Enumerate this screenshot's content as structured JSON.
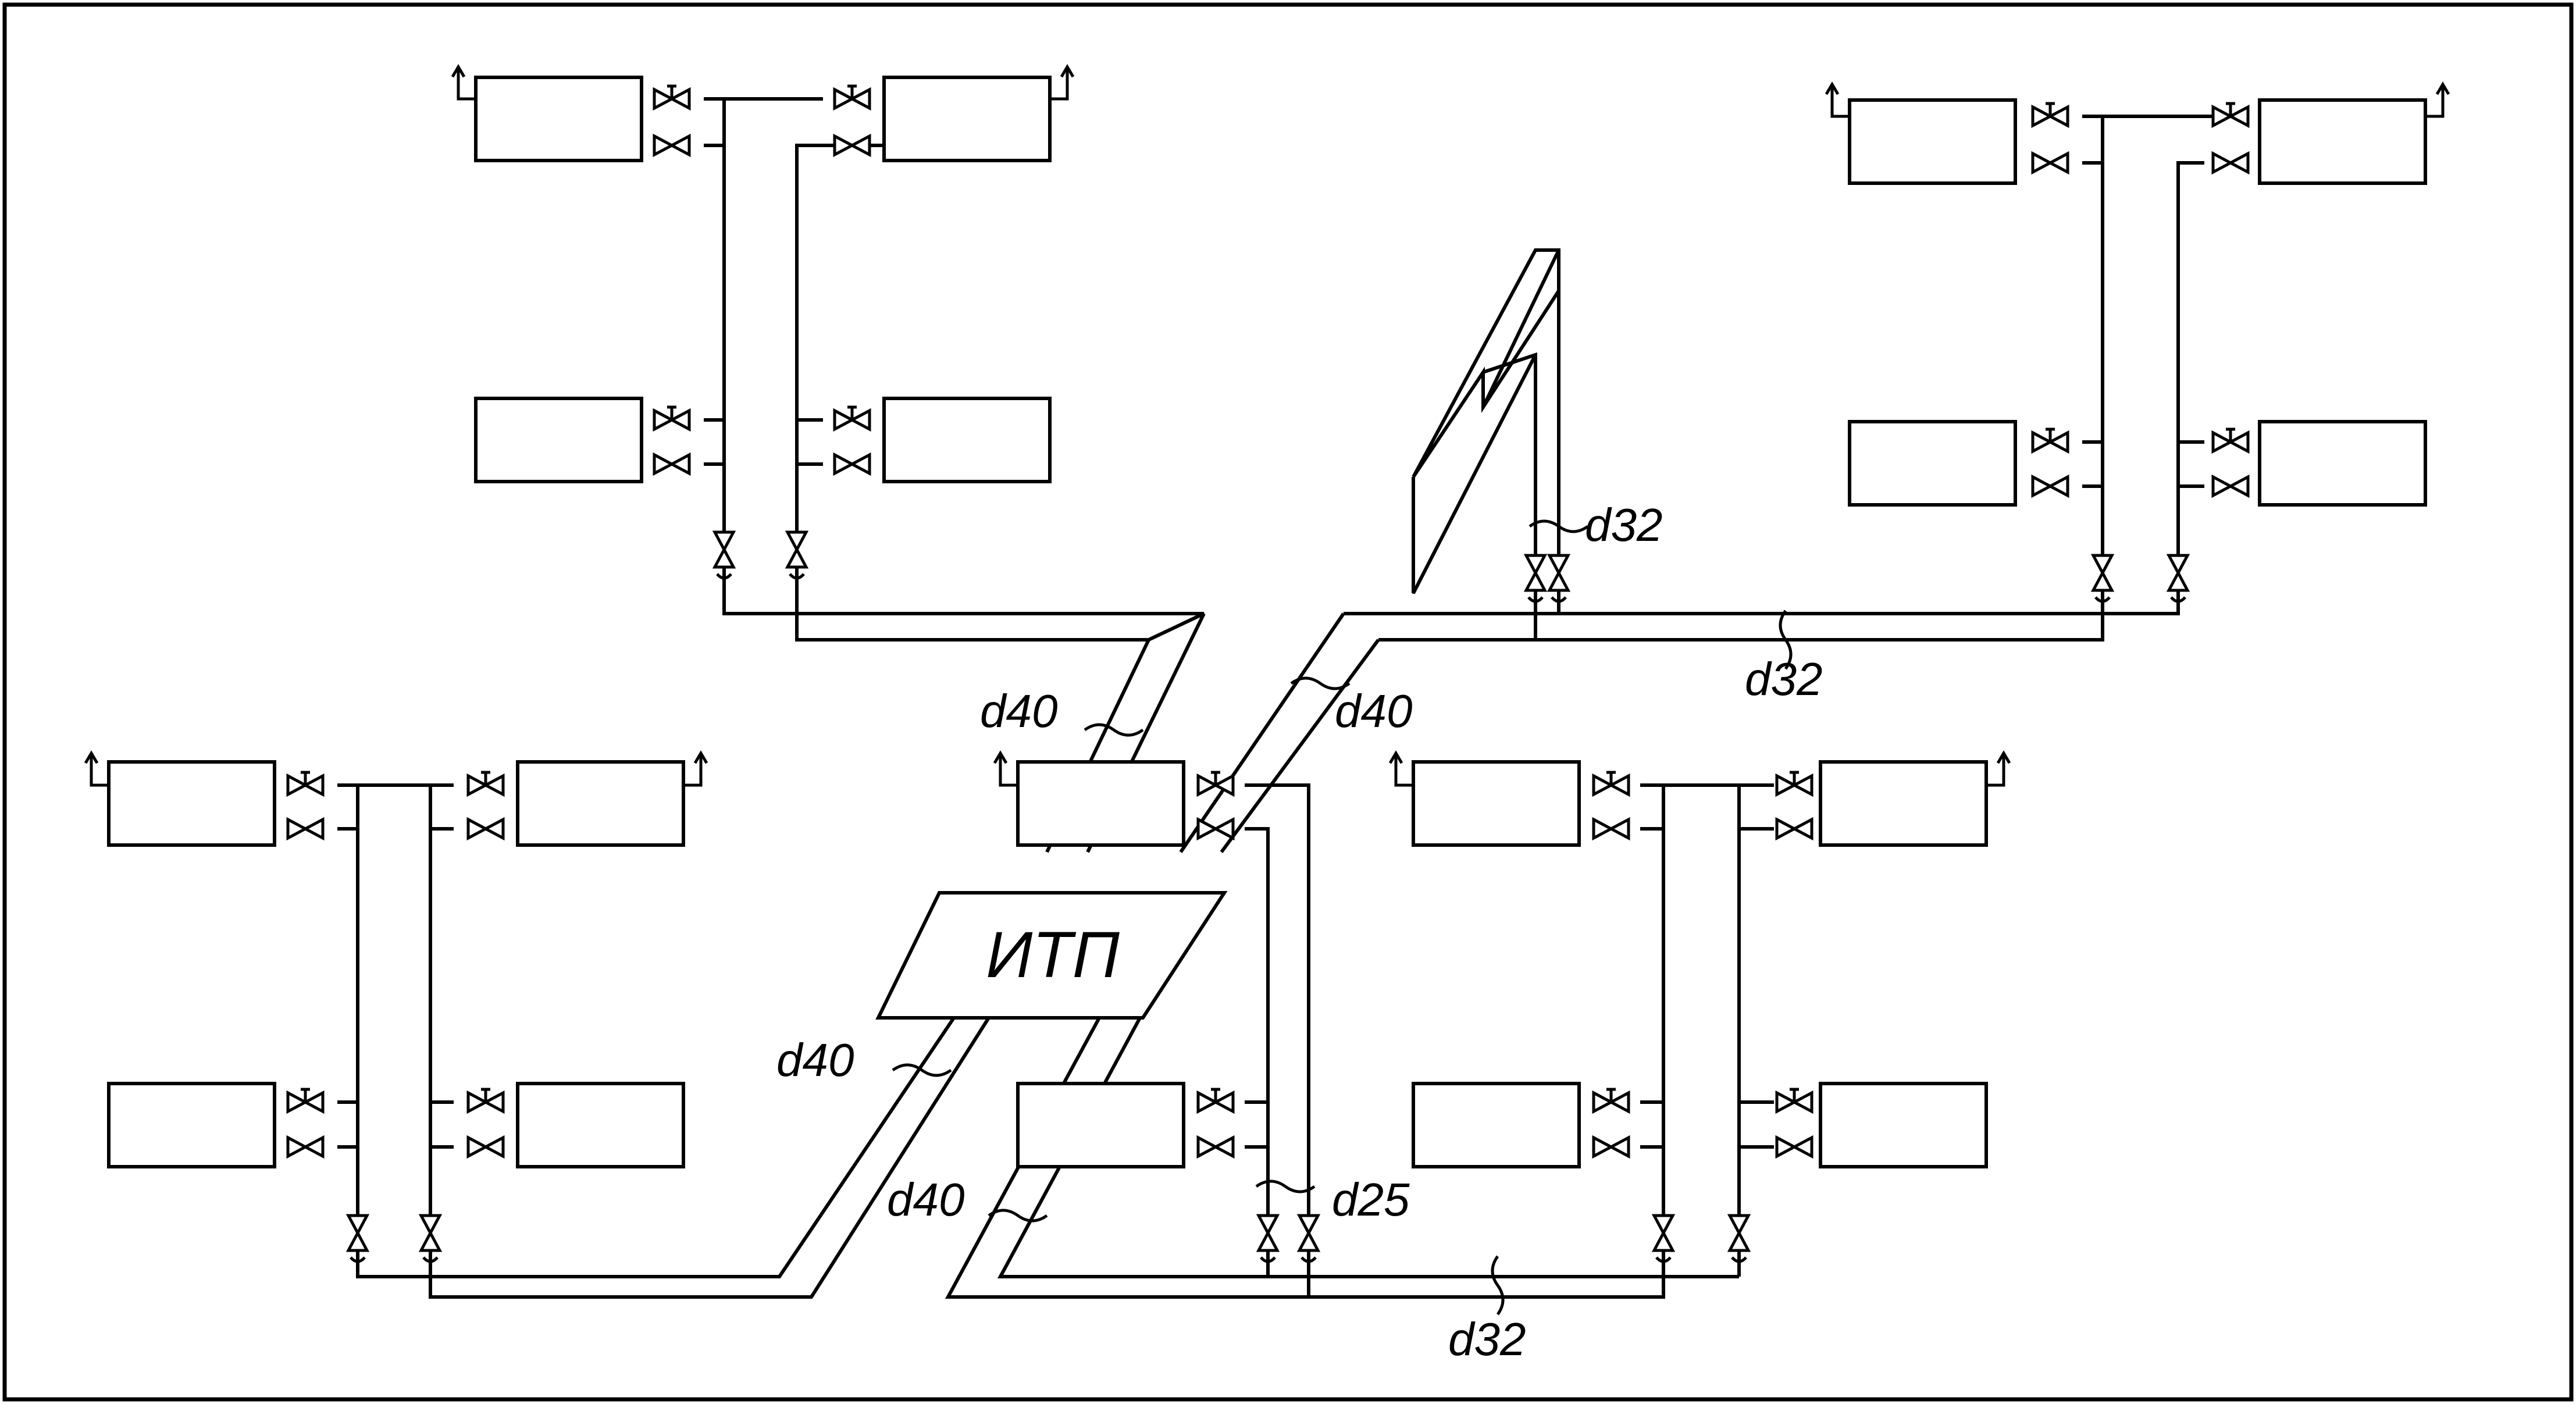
{
  "diagram": {
    "labels": {
      "itp": "ИТП",
      "d32_riser_top": "d32",
      "d32_main_top": "d32",
      "d40_up_left": "d40",
      "d40_up_right": "d40",
      "d40_down_left": "d40",
      "d40_down_right": "d40",
      "d25": "d25",
      "d32_main_bottom": "d32"
    },
    "colors": {
      "line": "#000000",
      "background": "#ffffff"
    },
    "radiator_groups": [
      {
        "id": "top-left",
        "count": 4
      },
      {
        "id": "top-right",
        "count": 4
      },
      {
        "id": "bottom-left",
        "count": 4
      },
      {
        "id": "bottom-center",
        "count": 2
      },
      {
        "id": "bottom-right",
        "count": 4
      }
    ]
  }
}
